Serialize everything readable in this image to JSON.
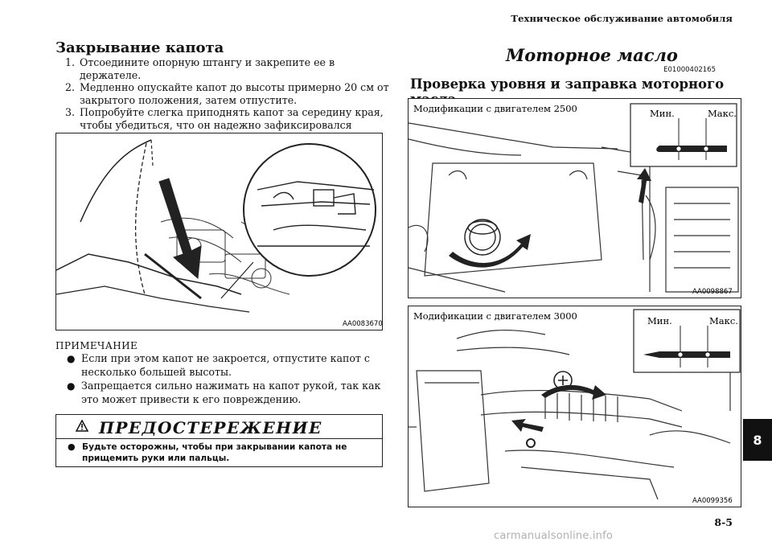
{
  "header": {
    "section": "Техническое обслуживание автомобиля"
  },
  "left": {
    "title": "Закрывание капота",
    "steps": [
      {
        "num": "1.",
        "text": "Отсоедините опорную штангу и закрепите ее в держателе."
      },
      {
        "num": "2.",
        "text": "Медленно опускайте капот до высоты примерно 20 см от закрытого положения, затем отпустите."
      },
      {
        "num": "3.",
        "text": "Попробуйте слегка приподнять капот за середину края, чтобы убедиться, что он надежно зафиксировался замком."
      }
    ],
    "figure_code": "AA0083670",
    "note_title": "ПРИМЕЧАНИЕ",
    "notes": [
      {
        "bullet": "●",
        "text": "Если при этом капот не закроется, отпустите капот с несколько большей высоты."
      },
      {
        "bullet": "●",
        "text": "Запрещается сильно нажимать на капот рукой, так как это может привести к его повреждению."
      }
    ],
    "warning": {
      "title": "ПРЕДОСТЕРЕЖЕНИЕ",
      "bullet": "●",
      "text": "Будьте осторожны, чтобы при закрывании капота не прищемить руки или пальцы."
    }
  },
  "right": {
    "title": "Моторное масло",
    "doc_code": "E01000402165",
    "subtitle": "Проверка уровня и заправка моторного масла",
    "figures": [
      {
        "caption": "Модификации с двигателем 2500",
        "min_label": "Мин.",
        "max_label": "Макс.",
        "code": "AA0098867"
      },
      {
        "caption": "Модификации с двигателем 3000",
        "min_label": "Мин.",
        "max_label": "Макс.",
        "code": "AA0099356"
      }
    ]
  },
  "tab": {
    "label": "8"
  },
  "page": {
    "number": "8-5"
  },
  "watermark": {
    "text": "carmanualsonline.info"
  }
}
